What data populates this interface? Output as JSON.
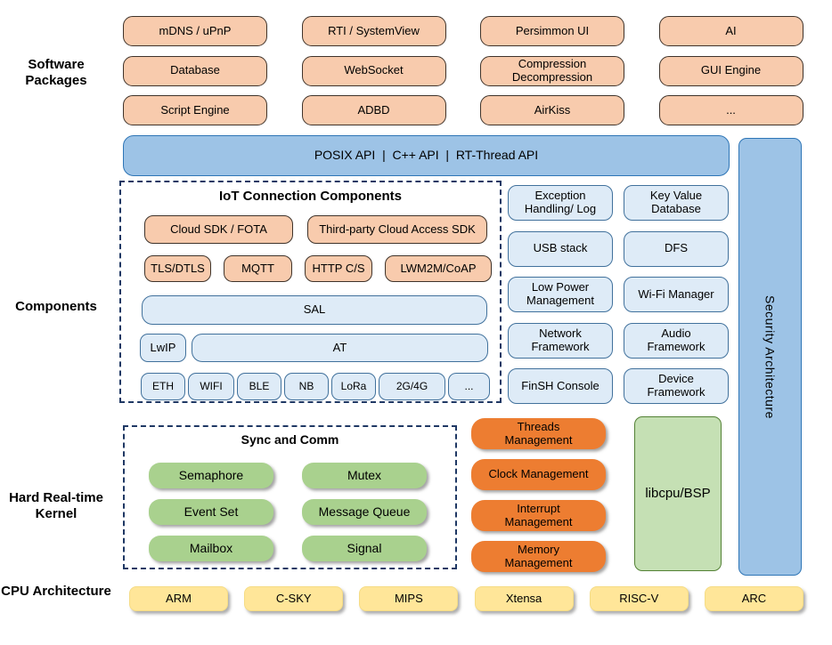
{
  "section_labels": {
    "software_packages": "Software\nPackages",
    "components": "Components",
    "kernel": "Hard Real-time\nKernel",
    "cpu": "CPU\nArchitecture"
  },
  "software_packages": {
    "items": [
      "mDNS / uPnP",
      "RTI / SystemView",
      "Persimmon UI",
      "AI",
      "Database",
      "WebSocket",
      "Compression\nDecompression",
      "GUI Engine",
      "Script Engine",
      "ADBD",
      "AirKiss",
      "..."
    ]
  },
  "api_bar": {
    "label": "POSIX API  |  C++ API  |  RT-Thread API"
  },
  "iot": {
    "title": "IoT Connection Components",
    "row1": [
      "Cloud SDK / FOTA",
      "Third-party Cloud Access SDK"
    ],
    "row2": [
      "TLS/DTLS",
      "MQTT",
      "HTTP C/S",
      "LWM2M/CoAP"
    ],
    "sal": "SAL",
    "lwip": "LwIP",
    "at": "AT",
    "links": [
      "ETH",
      "WIFI",
      "BLE",
      "NB",
      "LoRa",
      "2G/4G",
      "..."
    ]
  },
  "components_right": {
    "items": [
      "Exception\nHandling/ Log",
      "Key Value\nDatabase",
      "USB stack",
      "DFS",
      "Low Power\nManagement",
      "Wi-Fi Manager",
      "Network\nFramework",
      "Audio\nFramework",
      "FinSH Console",
      "Device\nFramework"
    ]
  },
  "security_bar": {
    "label": "Security Architecture"
  },
  "kernel": {
    "sync_title": "Sync and Comm",
    "sync_items": [
      "Semaphore",
      "Mutex",
      "Event Set",
      "Message Queue",
      "Mailbox",
      "Signal"
    ],
    "management_items": [
      "Threads\nManagement",
      "Clock Management",
      "Interrupt\nManagement",
      "Memory\nManagement"
    ],
    "libcpu": "libcpu/BSP"
  },
  "cpu_row": {
    "items": [
      "ARM",
      "C-SKY",
      "MIPS",
      "Xtensa",
      "RISC-V",
      "ARC"
    ]
  },
  "colors": {
    "package_fill": "#F8CBAD",
    "package_border": "#3F332A",
    "api_bar_fill": "#9DC3E6",
    "api_bar_border": "#2E75B6",
    "component_fill": "#DEEBF7",
    "component_border": "#41719C",
    "dashed_outline": "#1F3864",
    "sync_fill": "#A9D18E",
    "management_fill": "#ED7D31",
    "libcpu_fill": "#C5E0B4",
    "libcpu_border": "#538135",
    "cpu_fill": "#FFE699"
  }
}
